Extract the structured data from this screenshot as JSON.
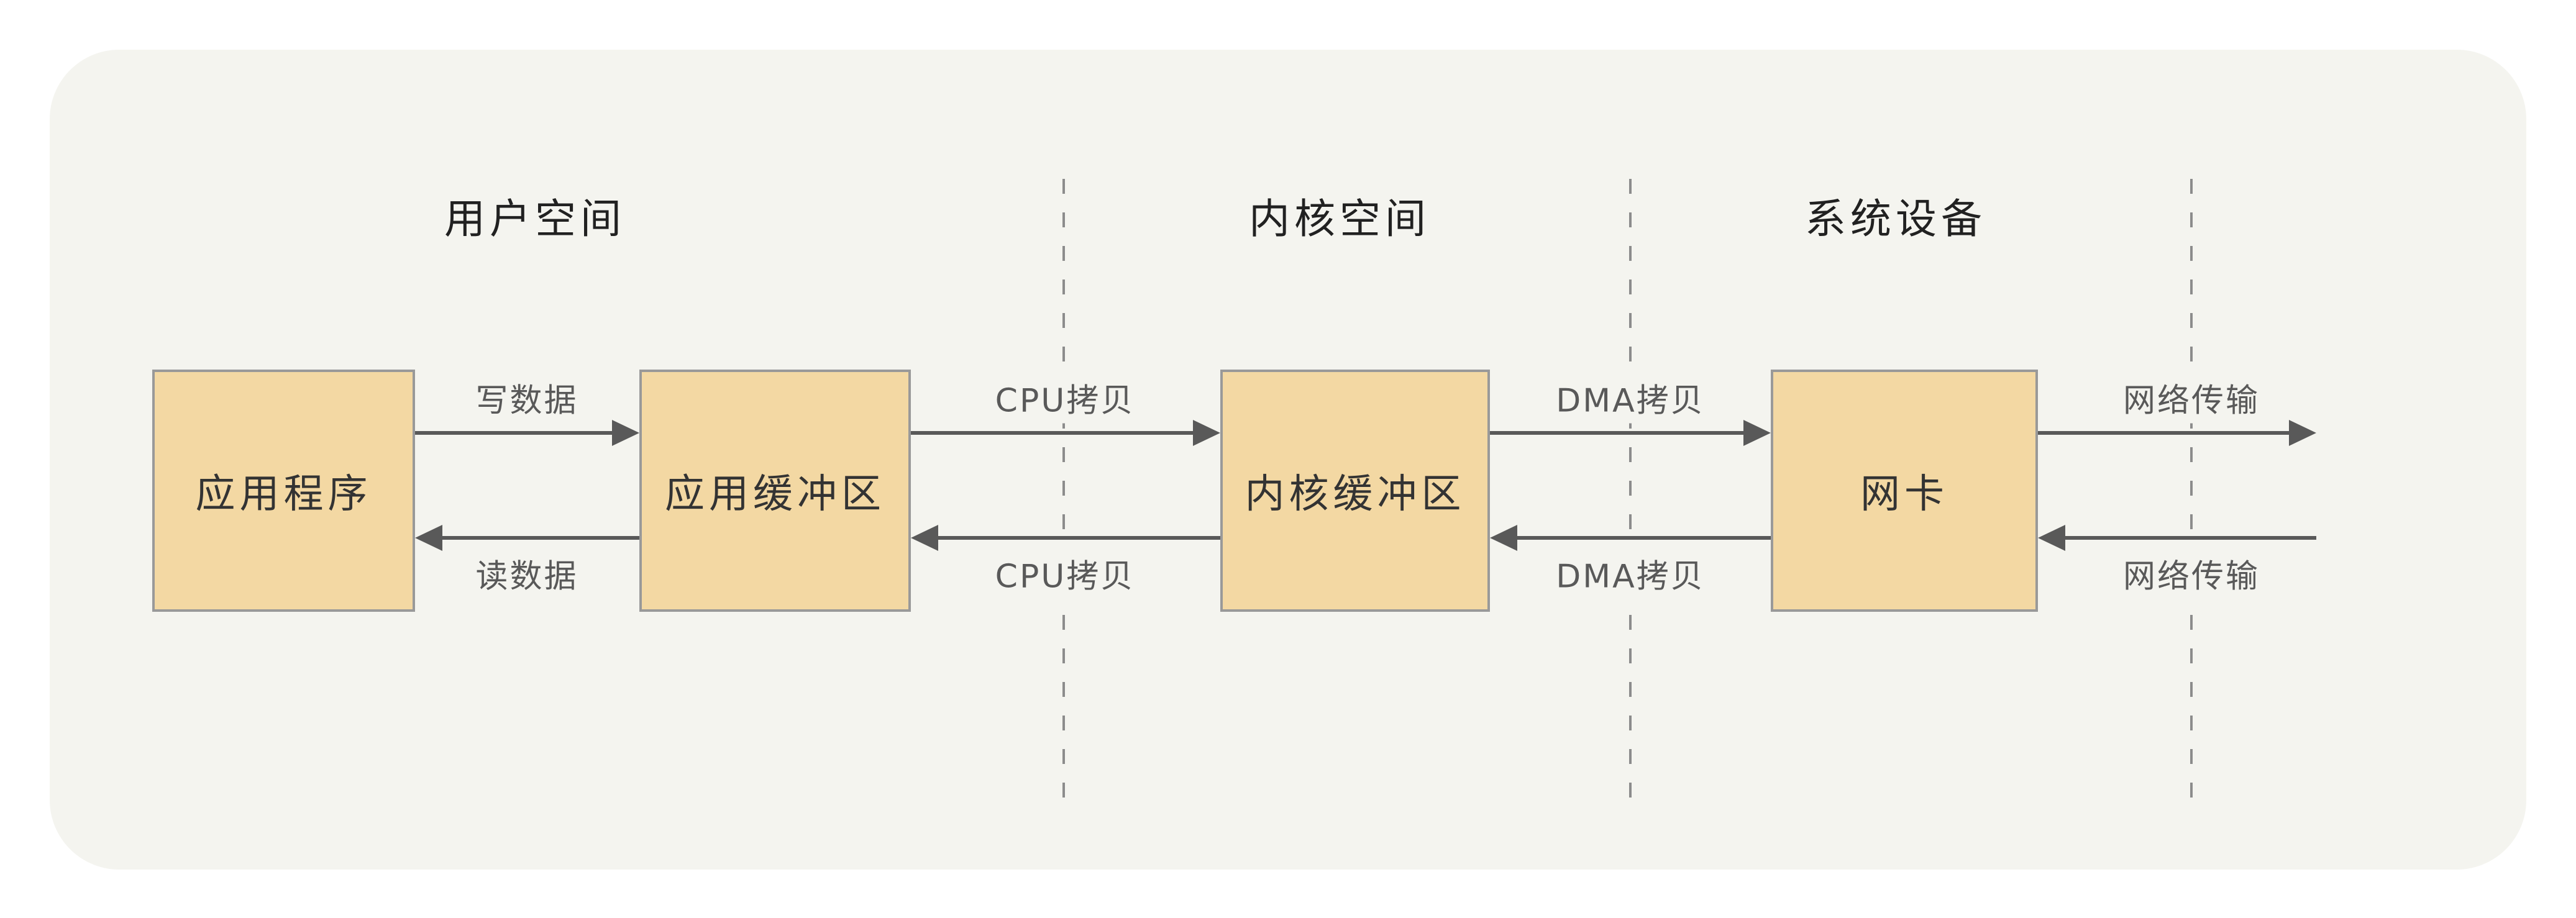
{
  "sections": [
    {
      "id": "user-space",
      "label": "用户空间"
    },
    {
      "id": "kernel-space",
      "label": "内核空间"
    },
    {
      "id": "system-device",
      "label": "系统设备"
    }
  ],
  "nodes": [
    {
      "id": "application",
      "label": "应用程序"
    },
    {
      "id": "app-buffer",
      "label": "应用缓冲区"
    },
    {
      "id": "kernel-buffer",
      "label": "内核缓冲区"
    },
    {
      "id": "nic",
      "label": "网卡"
    }
  ],
  "flows": {
    "write_data": "写数据",
    "read_data": "读数据",
    "cpu_copy_top": "CPU拷贝",
    "cpu_copy_bottom": "CPU拷贝",
    "dma_copy_top": "DMA拷贝",
    "dma_copy_bottom": "DMA拷贝",
    "network_top": "网络传输",
    "network_bottom": "网络传输"
  },
  "colors": {
    "page_bg": "#FFFFFF",
    "canvas_bg": "#F4F4EF",
    "box_fill": "#F3D8A3",
    "box_border": "#999999",
    "arrow": "#595959",
    "label_text": "#595959",
    "node_text": "#333333",
    "title_text": "#212121",
    "divider": "#8C8C8C"
  }
}
